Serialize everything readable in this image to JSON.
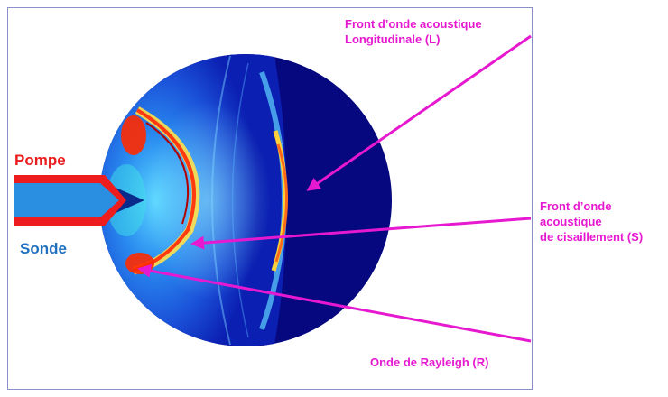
{
  "labels": {
    "longitudinal_line1": "Front d’onde acoustique",
    "longitudinal_line2": "Longitudinale (L)",
    "shear_line1": "Front d’onde",
    "shear_line2": "acoustique",
    "shear_line3": "de cisaillement (S)",
    "rayleigh": "Onde de Rayleigh (R)",
    "pompe": "Pompe",
    "sonde": "Sonde"
  },
  "colors": {
    "annotation": "#e619d0",
    "pompe": "#ea1d1d",
    "sonde": "#1e70c0",
    "disk_background": "#06087f",
    "frame": "#8a8fc9"
  }
}
